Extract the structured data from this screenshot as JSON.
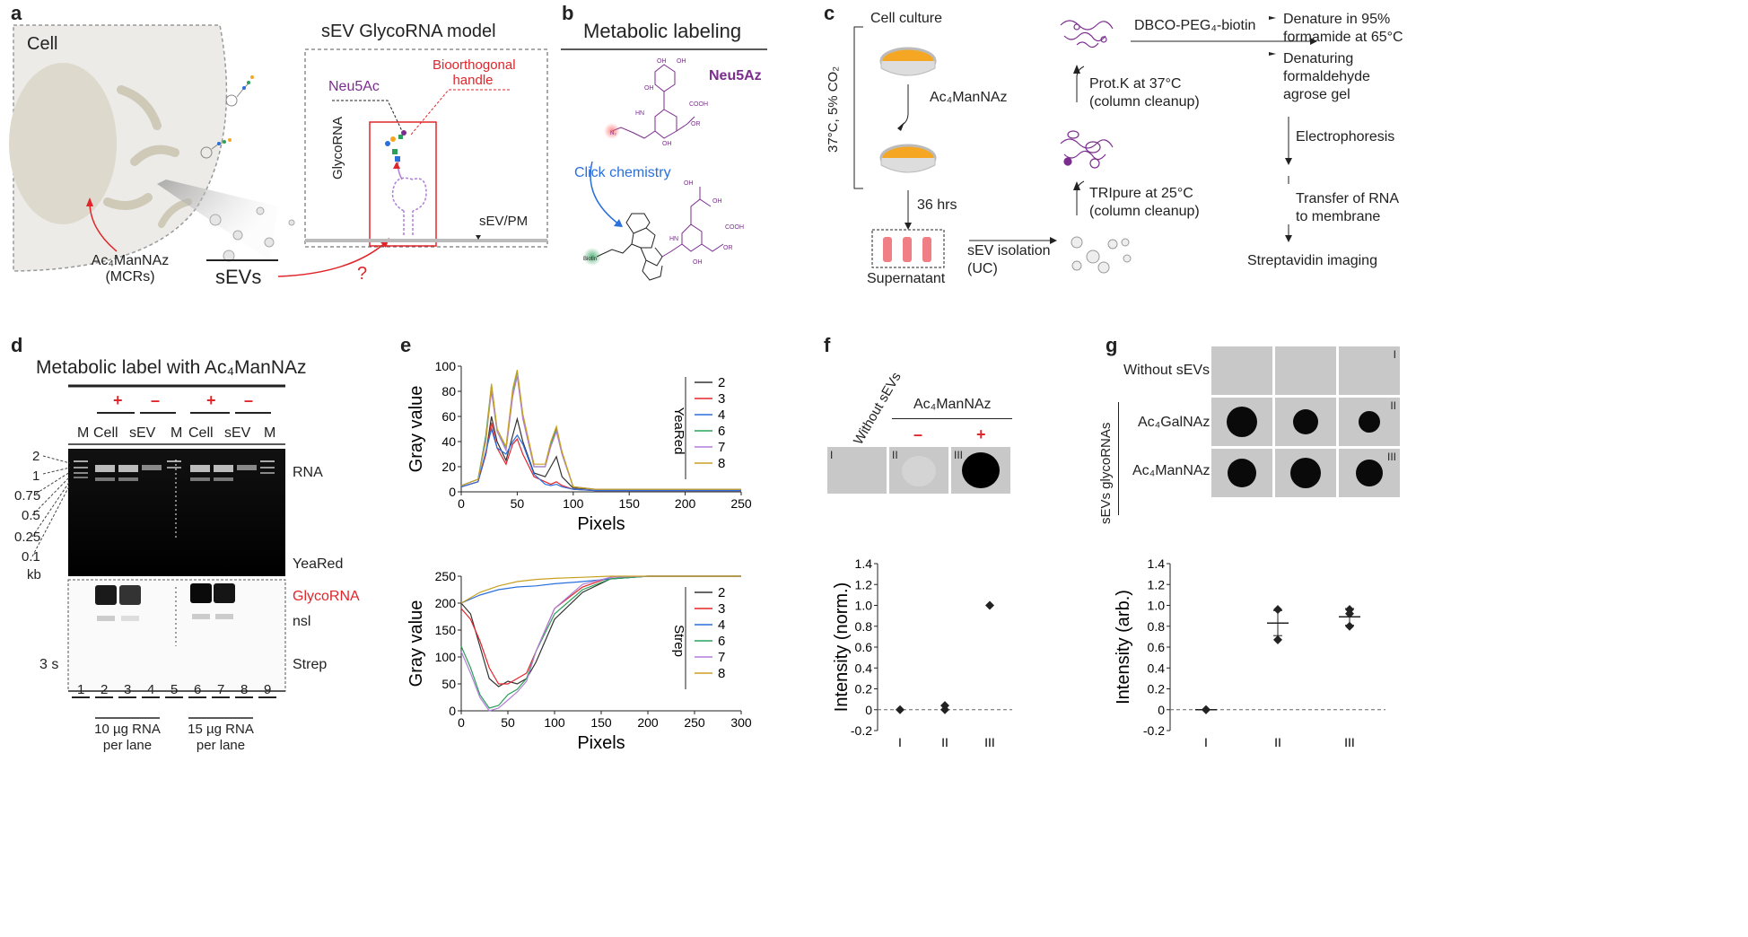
{
  "panels": {
    "a": "a",
    "b": "b",
    "c": "c",
    "d": "d",
    "e": "e",
    "f": "f",
    "g": "g"
  },
  "colors": {
    "red": "#e0262b",
    "purple": "#7b2d8e",
    "blue": "#2a6fdb",
    "orange": "#f5a623"
  },
  "panel_a": {
    "cell_label": "Cell",
    "ac4_label": "Ac₄ManNAz",
    "ac4_sub": "(MCRs)",
    "sevs_label": "sEVs",
    "model_title": "sEV GlycoRNA model",
    "neu5ac": "Neu5Ac",
    "bioorthogonal_1": "Bioorthogonal",
    "bioorthogonal_2": "handle",
    "glycorna": "GlycoRNA",
    "sevpm": "sEV/PM",
    "question": "?"
  },
  "panel_b": {
    "title": "Metabolic labeling",
    "neu5az": "Neu5Az",
    "click": "Click chemistry",
    "biotin": "Biotin",
    "n3": "N₃",
    "cooh": "COOH",
    "or": "OR",
    "oh": "OH",
    "hn": "HN",
    "o": "O",
    "n": "N"
  },
  "panel_c": {
    "cell_culture": "Cell culture",
    "condition": "37°C, 5% CO₂",
    "ac4": "Ac₄ManNAz",
    "hrs": "36 hrs",
    "supernatant": "Supernatant",
    "sev_iso_1": "sEV isolation",
    "sev_iso_2": "(UC)",
    "tripure_1": "TRIpure at 25°C",
    "tripure_2": "(column cleanup)",
    "protk_1": "Prot.K at 37°C",
    "protk_2": "(column cleanup)",
    "dbco": "DBCO-PEG₄-biotin",
    "den1a": "Denature in 95%",
    "den1b": "formamide at 65°C",
    "den2a": "Denaturing",
    "den2b": "formaldehyde",
    "den2c": "agrose gel",
    "electro": "Electrophoresis",
    "transfer1": "Transfer of RNA",
    "transfer2": "to membrane",
    "strep": "Streptavidin imaging"
  },
  "panel_d": {
    "title": "Metabolic label with Ac₄ManNAz",
    "plus": "+",
    "minus": "–",
    "lane_heads": [
      "M",
      "Cell",
      "sEV",
      "M",
      "Cell",
      "sEV",
      "M"
    ],
    "ladder": [
      "2",
      "1",
      "0.75",
      "0.5",
      "0.25",
      "0.1",
      "kb"
    ],
    "rna": "RNA",
    "yeared": "YeaRed",
    "glycorna": "GlycoRNA",
    "nsl": "nsl",
    "strep": "Strep",
    "exposure": "3 s",
    "lanes": [
      "1",
      "2",
      "3",
      "4",
      "5",
      "6",
      "7",
      "8",
      "9"
    ],
    "load1a": "10 µg RNA",
    "load1b": "per lane",
    "load2a": "15 µg RNA",
    "load2b": "per lane"
  },
  "panel_e": {
    "top": {
      "ylabel": "Gray value",
      "xlabel": "Pixels",
      "legend_title": "YeaRed",
      "xticks": [
        "0",
        "50",
        "100",
        "150",
        "200",
        "250"
      ],
      "yticks": [
        "0",
        "20",
        "40",
        "60",
        "80",
        "100"
      ]
    },
    "bottom": {
      "ylabel": "Gray value",
      "xlabel": "Pixels",
      "legend_title": "Strep",
      "xticks": [
        "0",
        "50",
        "100",
        "150",
        "200",
        "250",
        "300"
      ],
      "yticks": [
        "0",
        "50",
        "100",
        "150",
        "200",
        "250"
      ]
    },
    "legend": [
      "2",
      "3",
      "4",
      "6",
      "7",
      "8"
    ],
    "series_colors": [
      "#333333",
      "#e0262b",
      "#2a6fdb",
      "#2ca05a",
      "#b07fd8",
      "#c8a020"
    ]
  },
  "panel_f": {
    "without": "Without sEVs",
    "ac4": "Ac₄ManNAz",
    "minus": "–",
    "plus": "+",
    "roman": [
      "I",
      "II",
      "III"
    ],
    "ylabel": "Intensity (norm.)",
    "yticks": [
      "-0.2",
      "0",
      "0.2",
      "0.4",
      "0.6",
      "0.8",
      "1.0",
      "1.2",
      "1.4"
    ],
    "xticks": [
      "I",
      "II",
      "III"
    ]
  },
  "panel_g": {
    "without": "Without sEVs",
    "side": "sEVs glycoRNAs",
    "gal": "Ac₄GalNAz",
    "man": "Ac₄ManNAz",
    "roman": [
      "I",
      "II",
      "III"
    ],
    "ylabel": "Intensity (arb.)",
    "yticks": [
      "-0.2",
      "0",
      "0.2",
      "0.4",
      "0.6",
      "0.8",
      "1.0",
      "1.2",
      "1.4"
    ],
    "xticks": [
      "I",
      "II",
      "III"
    ]
  },
  "chart_data": [
    {
      "type": "line",
      "ylabel": "Gray value",
      "xlabel": "Pixels",
      "legend_title": "YeaRed",
      "xlim": [
        0,
        250
      ],
      "ylim": [
        0,
        100
      ],
      "series": [
        {
          "name": "2",
          "x": [
            0,
            15,
            22,
            27,
            32,
            40,
            46,
            50,
            55,
            65,
            75,
            80,
            85,
            90,
            100,
            120,
            250
          ],
          "y": [
            4,
            8,
            30,
            60,
            40,
            25,
            45,
            58,
            40,
            15,
            12,
            20,
            28,
            12,
            3,
            2,
            2
          ]
        },
        {
          "name": "3",
          "x": [
            0,
            15,
            22,
            27,
            32,
            40,
            46,
            50,
            55,
            65,
            75,
            80,
            85,
            90,
            100,
            120,
            250
          ],
          "y": [
            4,
            8,
            30,
            55,
            35,
            22,
            38,
            42,
            30,
            12,
            8,
            6,
            8,
            5,
            2,
            1,
            1
          ]
        },
        {
          "name": "4",
          "x": [
            0,
            15,
            22,
            27,
            32,
            40,
            46,
            50,
            55,
            65,
            75,
            80,
            85,
            90,
            100,
            120,
            250
          ],
          "y": [
            4,
            8,
            32,
            50,
            35,
            30,
            40,
            45,
            38,
            14,
            6,
            5,
            6,
            4,
            2,
            1,
            1
          ]
        },
        {
          "name": "6",
          "x": [
            0,
            15,
            22,
            27,
            32,
            40,
            46,
            50,
            55,
            65,
            75,
            80,
            85,
            90,
            100,
            120,
            250
          ],
          "y": [
            5,
            10,
            45,
            85,
            50,
            35,
            80,
            96,
            60,
            20,
            20,
            38,
            50,
            30,
            4,
            2,
            2
          ]
        },
        {
          "name": "7",
          "x": [
            0,
            15,
            22,
            27,
            32,
            40,
            46,
            50,
            55,
            65,
            75,
            80,
            85,
            90,
            100,
            120,
            250
          ],
          "y": [
            5,
            10,
            42,
            80,
            48,
            33,
            76,
            92,
            58,
            20,
            20,
            36,
            48,
            30,
            4,
            2,
            2
          ]
        },
        {
          "name": "8",
          "x": [
            0,
            15,
            22,
            27,
            32,
            40,
            46,
            50,
            55,
            65,
            75,
            80,
            85,
            90,
            100,
            120,
            250
          ],
          "y": [
            5,
            10,
            40,
            86,
            50,
            36,
            82,
            97,
            62,
            22,
            22,
            40,
            52,
            32,
            4,
            2,
            2
          ]
        }
      ]
    },
    {
      "type": "line",
      "ylabel": "Gray value",
      "xlabel": "Pixels",
      "legend_title": "Strep",
      "xlim": [
        0,
        300
      ],
      "ylim": [
        0,
        250
      ],
      "series": [
        {
          "name": "2",
          "x": [
            0,
            10,
            20,
            30,
            40,
            50,
            60,
            70,
            80,
            100,
            130,
            160,
            200,
            250,
            300
          ],
          "y": [
            200,
            180,
            120,
            60,
            45,
            55,
            50,
            60,
            90,
            170,
            220,
            245,
            250,
            250,
            250
          ]
        },
        {
          "name": "3",
          "x": [
            0,
            10,
            20,
            30,
            40,
            50,
            60,
            70,
            80,
            100,
            130,
            160,
            200,
            250,
            300
          ],
          "y": [
            190,
            170,
            130,
            80,
            50,
            50,
            60,
            70,
            110,
            190,
            230,
            248,
            250,
            250,
            250
          ]
        },
        {
          "name": "4",
          "x": [
            0,
            20,
            40,
            60,
            80,
            100,
            130,
            160,
            200,
            250,
            300
          ],
          "y": [
            200,
            215,
            225,
            230,
            232,
            236,
            240,
            245,
            250,
            250,
            250
          ]
        },
        {
          "name": "6",
          "x": [
            0,
            10,
            20,
            30,
            40,
            50,
            60,
            70,
            80,
            100,
            130,
            160,
            200,
            250,
            300
          ],
          "y": [
            120,
            80,
            30,
            5,
            10,
            30,
            40,
            60,
            110,
            180,
            225,
            245,
            250,
            250,
            250
          ]
        },
        {
          "name": "7",
          "x": [
            0,
            10,
            20,
            30,
            40,
            50,
            60,
            70,
            80,
            100,
            130,
            160,
            200,
            250,
            300
          ],
          "y": [
            110,
            70,
            25,
            0,
            5,
            20,
            35,
            55,
            110,
            190,
            235,
            248,
            250,
            250,
            250
          ]
        },
        {
          "name": "8",
          "x": [
            0,
            20,
            40,
            60,
            80,
            100,
            130,
            160,
            200,
            250,
            300
          ],
          "y": [
            200,
            220,
            232,
            240,
            244,
            246,
            248,
            250,
            250,
            250,
            250
          ]
        }
      ]
    },
    {
      "type": "scatter",
      "ylabel": "Intensity (norm.)",
      "categories": [
        "I",
        "II",
        "III"
      ],
      "ylim": [
        -0.2,
        1.4
      ],
      "points": [
        {
          "x": "I",
          "y": 0.0
        },
        {
          "x": "II",
          "y": 0.0
        },
        {
          "x": "II",
          "y": 0.04
        },
        {
          "x": "III",
          "y": 1.0
        }
      ]
    },
    {
      "type": "scatter",
      "ylabel": "Intensity (arb.)",
      "categories": [
        "I",
        "II",
        "III"
      ],
      "ylim": [
        -0.2,
        1.4
      ],
      "points": [
        {
          "x": "I",
          "y": 0.0
        },
        {
          "x": "I",
          "y": 0.0
        },
        {
          "x": "II",
          "y": 0.67
        },
        {
          "x": "II",
          "y": 0.96
        },
        {
          "x": "III",
          "y": 0.8
        },
        {
          "x": "III",
          "y": 0.92
        },
        {
          "x": "III",
          "y": 0.96
        }
      ],
      "means": [
        {
          "x": "I",
          "mean": 0.0,
          "err": 0.0
        },
        {
          "x": "II",
          "mean": 0.83,
          "err": 0.12
        },
        {
          "x": "III",
          "mean": 0.89,
          "err": 0.08
        }
      ]
    }
  ]
}
